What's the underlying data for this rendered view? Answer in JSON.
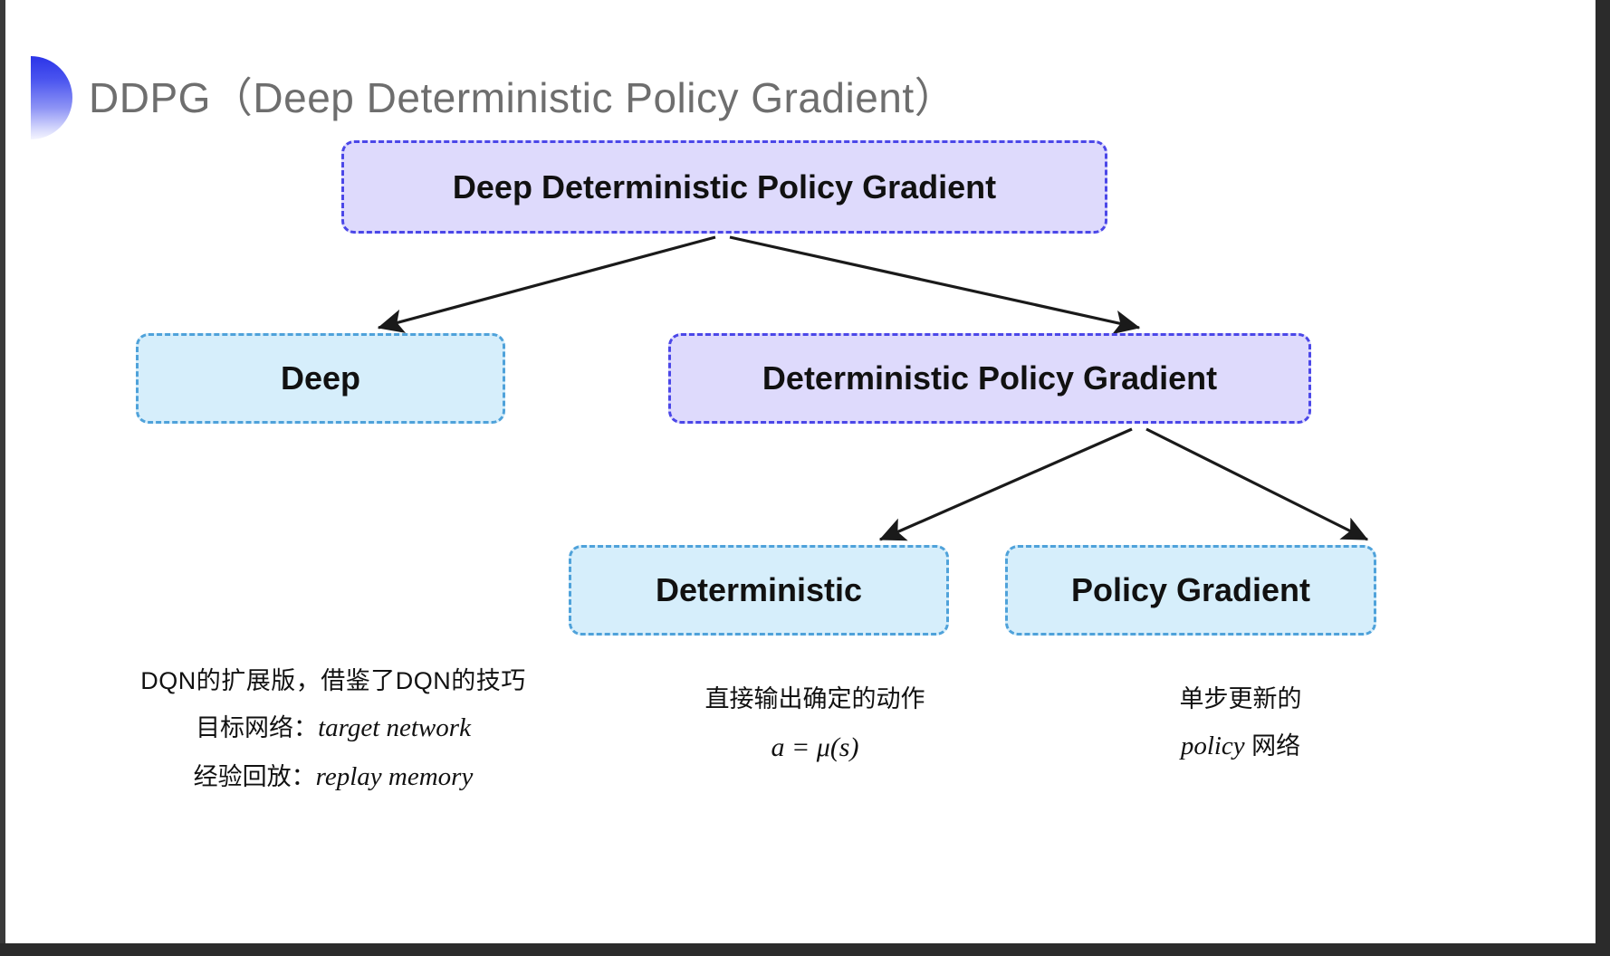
{
  "slide": {
    "title": "DDPG（Deep Deterministic Policy Gradient）",
    "title_color": "#6e6e6e",
    "background": "#ffffff"
  },
  "decor": {
    "half_circle_gradient_from": "#2b34e8",
    "half_circle_gradient_to": "#f4f5fe"
  },
  "palette": {
    "purple_fill": "#dedafc",
    "purple_border": "#4b47e8",
    "cyan_fill": "#d6eefb",
    "cyan_border": "#4fa2da",
    "arrow_color": "#1a1a1a"
  },
  "diagram": {
    "type": "tree",
    "nodes": [
      {
        "id": "root",
        "label": "Deep Deterministic Policy Gradient",
        "style": "purple"
      },
      {
        "id": "deep",
        "label": "Deep",
        "style": "cyan"
      },
      {
        "id": "dpg",
        "label": "Deterministic Policy Gradient",
        "style": "purple"
      },
      {
        "id": "det",
        "label": "Deterministic",
        "style": "cyan"
      },
      {
        "id": "pg",
        "label": "Policy Gradient",
        "style": "cyan"
      }
    ],
    "edges": [
      {
        "from": "root",
        "to": "deep"
      },
      {
        "from": "root",
        "to": "dpg"
      },
      {
        "from": "dpg",
        "to": "det"
      },
      {
        "from": "dpg",
        "to": "pg"
      }
    ]
  },
  "captions": {
    "deep": {
      "line1": "DQN的扩展版，借鉴了DQN的技巧",
      "line2_label": "目标网络：",
      "line2_term": "target network",
      "line3_label": "经验回放：",
      "line3_term": "replay memory"
    },
    "deterministic": {
      "line1": "直接输出确定的动作",
      "line2": "a = μ(s)"
    },
    "policy_gradient": {
      "line1": "单步更新的",
      "line2_term": "policy",
      "line2_label": " 网络"
    }
  }
}
